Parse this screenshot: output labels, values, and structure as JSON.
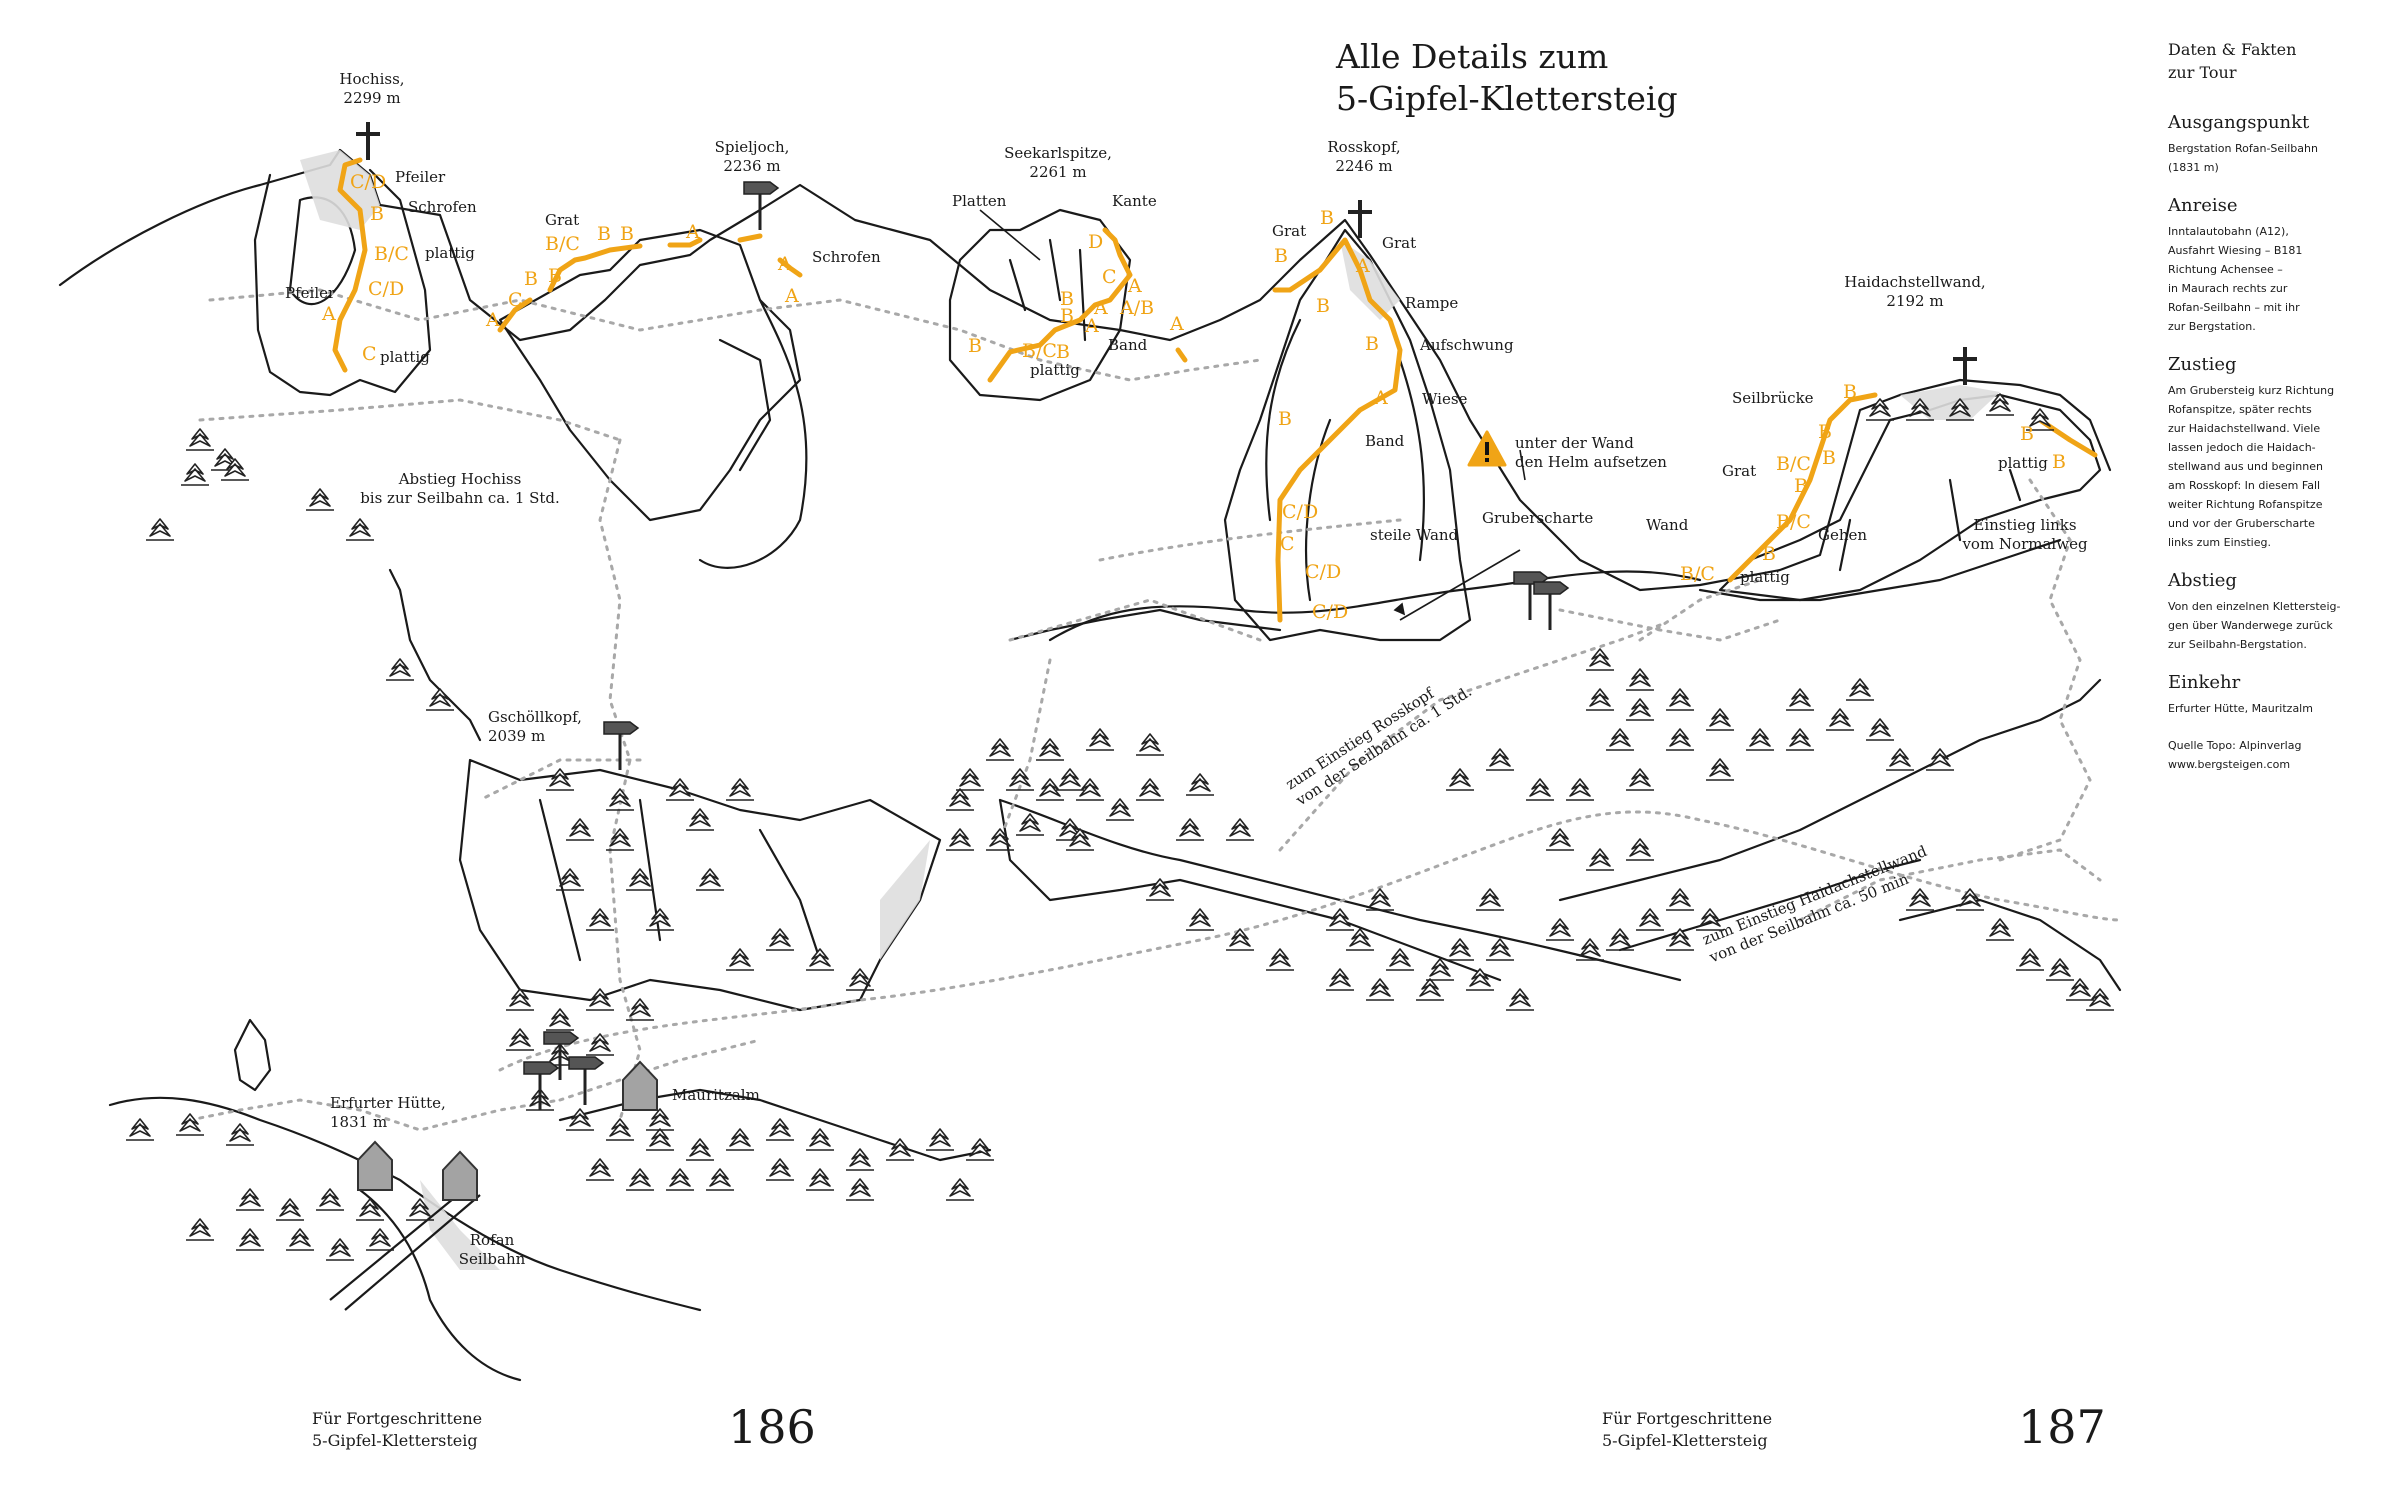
{
  "title": {
    "line1": "Alle Details zum",
    "line2": "5-Gipfel-Klettersteig"
  },
  "colors": {
    "route": "#f0a416",
    "ink": "#1a1a1a",
    "trail": "#a8a8a8",
    "hut": "#a3a3a3",
    "shade": "#dedede"
  },
  "sidebar": {
    "header_line1": "Daten & Fakten",
    "header_line2": "zur Tour",
    "sections": [
      {
        "heading": "Ausgangspunkt",
        "lines": [
          "Bergstation Rofan-Seilbahn",
          "(1831 m)"
        ]
      },
      {
        "heading": "Anreise",
        "lines": [
          "Inntalautobahn (A12),",
          "Ausfahrt Wiesing – B181",
          "Richtung Achensee –",
          "in Maurach rechts zur",
          "Rofan-Seilbahn – mit ihr",
          "zur Bergstation."
        ]
      },
      {
        "heading": "Zustieg",
        "lines": [
          "Am Grubersteig kurz Richtung",
          "Rofanspitze, später rechts",
          "zur Haidachstellwand. Viele",
          "lassen jedoch die Haidach-",
          "stellwand aus und beginnen",
          "am Rosskopf: In diesem Fall",
          "weiter Richtung Rofanspitze",
          "und vor der Gruberscharte",
          "links zum Einstieg."
        ]
      },
      {
        "heading": "Abstieg",
        "lines": [
          "Von den einzelnen Klettersteig-",
          "gen über Wanderwege zurück",
          "zur Seilbahn-Bergstation."
        ]
      },
      {
        "heading": "Einkehr",
        "lines": [
          "Erfurter Hütte, Mauritzalm"
        ]
      }
    ],
    "source_line1": "Quelle Topo: Alpinverlag",
    "source_line2": "www.bergsteigen.com"
  },
  "footer": {
    "left_line1": "Für Fortgeschrittene",
    "left_line2": "5-Gipfel-Klettersteig",
    "left_page": "186",
    "right_line1": "Für Fortgeschrittene",
    "right_line2": "5-Gipfel-Klettersteig",
    "right_page": "187"
  },
  "summits": {
    "hochiss": [
      "Hochiss,",
      "2299 m"
    ],
    "spieljoch": [
      "Spieljoch,",
      "2236 m"
    ],
    "seekarlspitze": [
      "Seekarlspitze,",
      "2261 m"
    ],
    "rosskopf": [
      "Rosskopf,",
      "2246 m"
    ],
    "haidachstellwand": [
      "Haidachstellwand,",
      "2192 m"
    ],
    "gschoellkopf": [
      "Gschöllkopf,",
      "2039 m"
    ],
    "erfurter": [
      "Erfurter Hütte,",
      "1831 m"
    ],
    "mauritzalm": "Mauritzalm",
    "seilbahn": [
      "Rofan",
      "Seilbahn"
    ]
  },
  "terrain_labels": {
    "pfeiler_top": "Pfeiler",
    "schrofen_hochiss": "Schrofen",
    "plattig_hochiss": "plattig",
    "pfeiler_left": "Pfeiler",
    "plattig_hochiss_low": "plattig",
    "grat_spieljoch": "Grat",
    "schrofen_spieljoch": "Schrofen",
    "platten": "Platten",
    "kante": "Kante",
    "band_seekarl": "Band",
    "plattig_seekarl": "plattig",
    "grat_rosskopf_l": "Grat",
    "grat_rosskopf_r": "Grat",
    "rampe": "Rampe",
    "aufschwung": "Aufschwung",
    "wiese": "Wiese",
    "band_rosskopf": "Band",
    "steile_wand": "steile Wand",
    "gruberscharte": "Gruberscharte",
    "seilbruecke": "Seilbrücke",
    "grat_haidach": "Grat",
    "wand": "Wand",
    "gehen": "Gehen",
    "plattig_haidach": "plattig",
    "plattig_haidach_r": "plattig"
  },
  "notes": {
    "helmet": [
      "unter der Wand",
      "den Helm aufsetzen"
    ],
    "abstieg_hochiss": [
      "Abstieg Hochiss",
      "bis zur Seilbahn ca. 1 Std."
    ],
    "einstieg_links": [
      "Einstieg links",
      "vom Normalweg"
    ],
    "zum_rosskopf": [
      "zum Einstieg Rosskopf",
      "von der Seilbahn ca. 1 Std."
    ],
    "zum_haidach": [
      "zum Einstieg Haidachstellwand",
      "von der Seilbahn ca. 50 min"
    ]
  },
  "grades": {
    "hochiss": [
      "C/D",
      "B",
      "B/C",
      "C/D",
      "A",
      "C"
    ],
    "spieljoch": [
      "A",
      "C",
      "B",
      "B",
      "B/C",
      "B",
      "B",
      "A",
      "A",
      "A"
    ],
    "seekarl": [
      "D",
      "C",
      "A",
      "A/B",
      "B",
      "A",
      "B/C",
      "B",
      "B",
      "A",
      "B",
      "A"
    ],
    "rosskopf": [
      "B",
      "B",
      "A",
      "B",
      "B",
      "A",
      "B",
      "C/D",
      "C",
      "C/D",
      "C/D"
    ],
    "haidach": [
      "B",
      "B",
      "B/C",
      "B",
      "B",
      "B/C",
      "B",
      "B/C",
      "B",
      "B"
    ]
  }
}
